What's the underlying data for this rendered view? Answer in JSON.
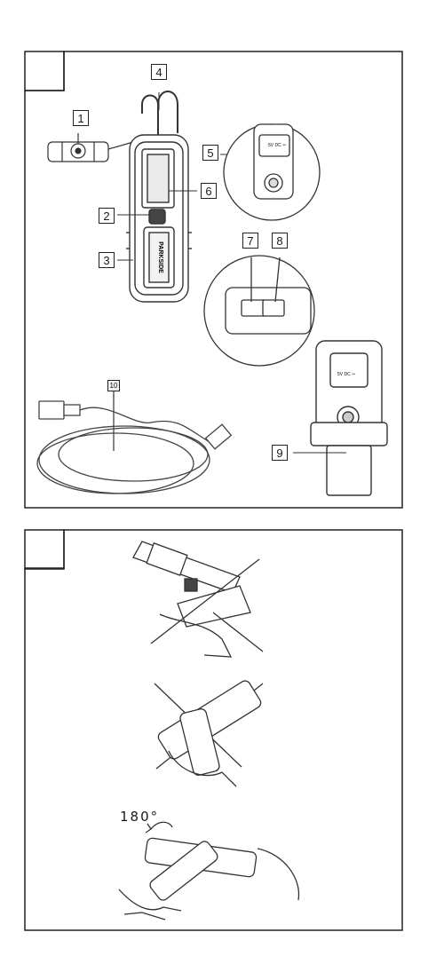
{
  "figure_a": {
    "callouts": [
      "1",
      "2",
      "3",
      "4",
      "5",
      "6",
      "7",
      "8",
      "9",
      "10"
    ],
    "port_label": "5V DC ⇦",
    "brand_label": "PARKSIDE"
  },
  "figure_b": {
    "rotation_label": "180°"
  }
}
